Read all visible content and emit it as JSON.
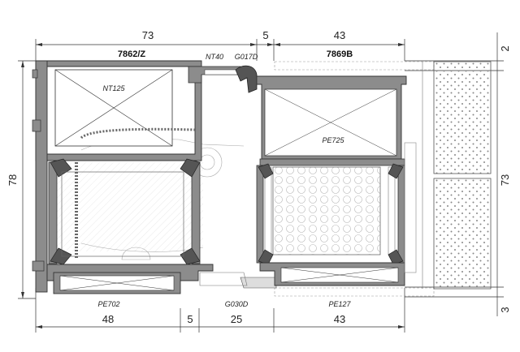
{
  "dimensions": {
    "top": [
      "73",
      "5",
      "43"
    ],
    "bottom": [
      "48",
      "5",
      "25",
      "43"
    ],
    "left": "78",
    "right": [
      "2",
      "73",
      "3"
    ]
  },
  "profiles": {
    "left_code": "7862/Z",
    "right_code": "7869B"
  },
  "labels": {
    "nt125": "NT125",
    "nt40": "NT40",
    "g017d": "G017D",
    "pe725": "PE725",
    "pe702": "PE702",
    "g030d": "G030D",
    "pe127": "PE127"
  },
  "colors": {
    "profile_fill": "#8c8c8c",
    "profile_dark": "#555555",
    "line": "#333333",
    "background": "#ffffff"
  }
}
